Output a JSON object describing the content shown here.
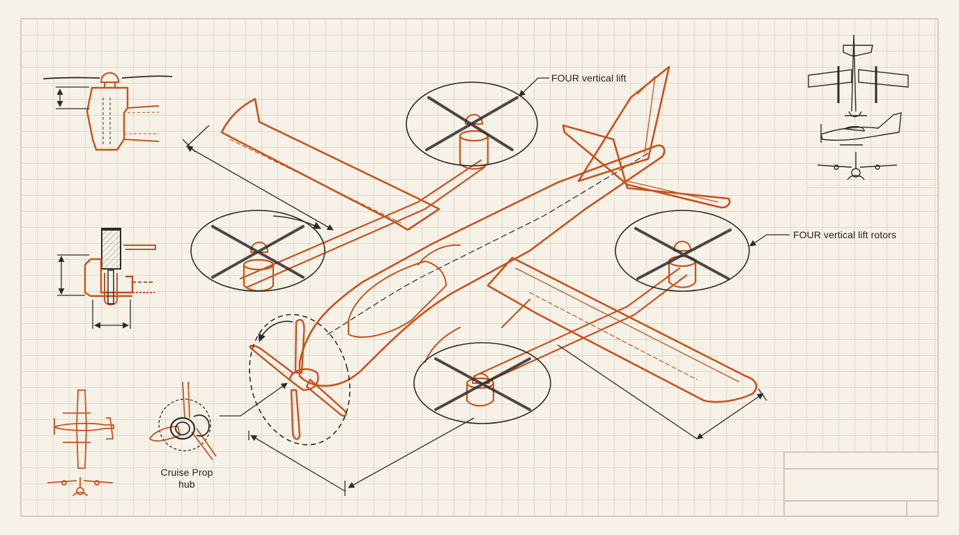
{
  "drawing": {
    "subject": "Isometric blueprint of eVTOL aircraft with four vertical lift rotors and a nose cruise propeller",
    "colors": {
      "paper": "#f6f2e7",
      "grid": "#d6cfbf",
      "primary_line": "#c8501c",
      "secondary_line": "#2a2a2a",
      "border": "#d3ccbc"
    }
  },
  "callouts": {
    "top_rotor": "FOUR vertical lift",
    "right_rotor": "FOUR vertical lift rotors",
    "cruise_prop_line1": "Cruise Prop",
    "cruise_prop_line2": "hub"
  },
  "detail_views": [
    {
      "name": "lift-motor-nacelle-section"
    },
    {
      "name": "rotor-mount-section"
    },
    {
      "name": "planform-top-view"
    },
    {
      "name": "front-view"
    },
    {
      "name": "cruise-prop-hub-detail"
    }
  ],
  "three_view_panel": {
    "views": [
      "top",
      "side",
      "front"
    ]
  },
  "title_block": {
    "rows": [
      "",
      "",
      ""
    ],
    "cells_bottom": [
      "",
      ""
    ]
  }
}
